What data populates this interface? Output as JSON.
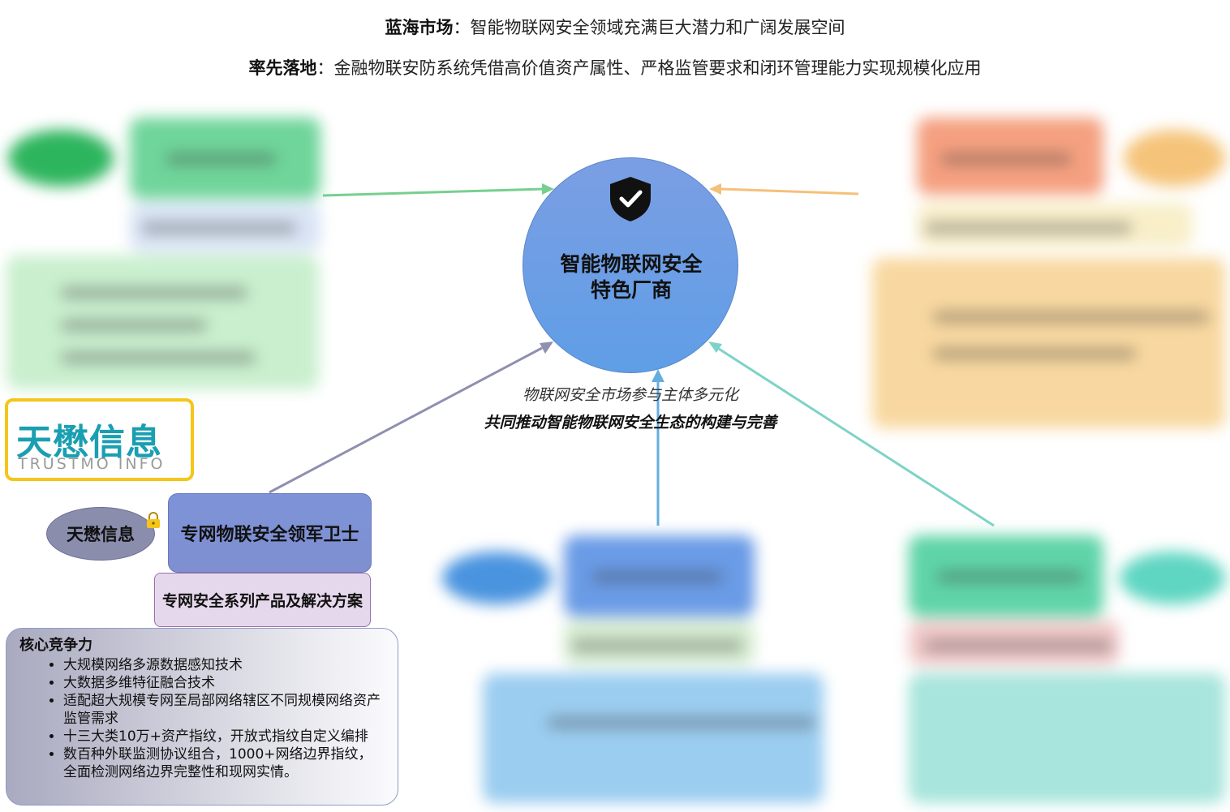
{
  "headline": {
    "line1_label": "蓝海市场",
    "line1_text": "：智能物联网安全领域充满巨大潜力和广阔发展空间",
    "line2_label": "率先落地",
    "line2_text": "：金融物联安防系统凭借高价值资产属性、严格监管要求和闭环管理能力实现规模化应用"
  },
  "hub": {
    "title_line1": "智能物联网安全",
    "title_line2": "特色厂商",
    "icon": "shield-check-icon"
  },
  "caption": {
    "line1": "物联网安全市场参与主体多元化",
    "line2": "共同推动智能物联网安全生态的构建与完善"
  },
  "featured_vendor": {
    "logo_cn": "天懋信息",
    "logo_en": "TRUSTMO INFO",
    "company": "天懋信息",
    "role": "专网物联安全领军卫士",
    "product": "专网安全系列产品及解决方案",
    "competency_title": "核心竞争力",
    "competencies": [
      "大规模网络多源数据感知技术",
      "大数据多维特征融合技术",
      "适配超大规模专网至局部网络辖区不同规模网络资产监管需求",
      "十三大类10万+资产指纹，开放式指纹自定义编排",
      "数百种外联监测协议组合，1000+网络边界指纹，全面检测网络边界完整性和现网实情。"
    ]
  },
  "colors": {
    "arrow_green": "#77cf8f",
    "arrow_orange": "#f5c07a",
    "arrow_purple": "#8f8fb0",
    "arrow_blue": "#64aee0",
    "arrow_teal": "#7dd3c7",
    "logo_border": "#f5c518",
    "logo_text": "#1a9fb2"
  }
}
